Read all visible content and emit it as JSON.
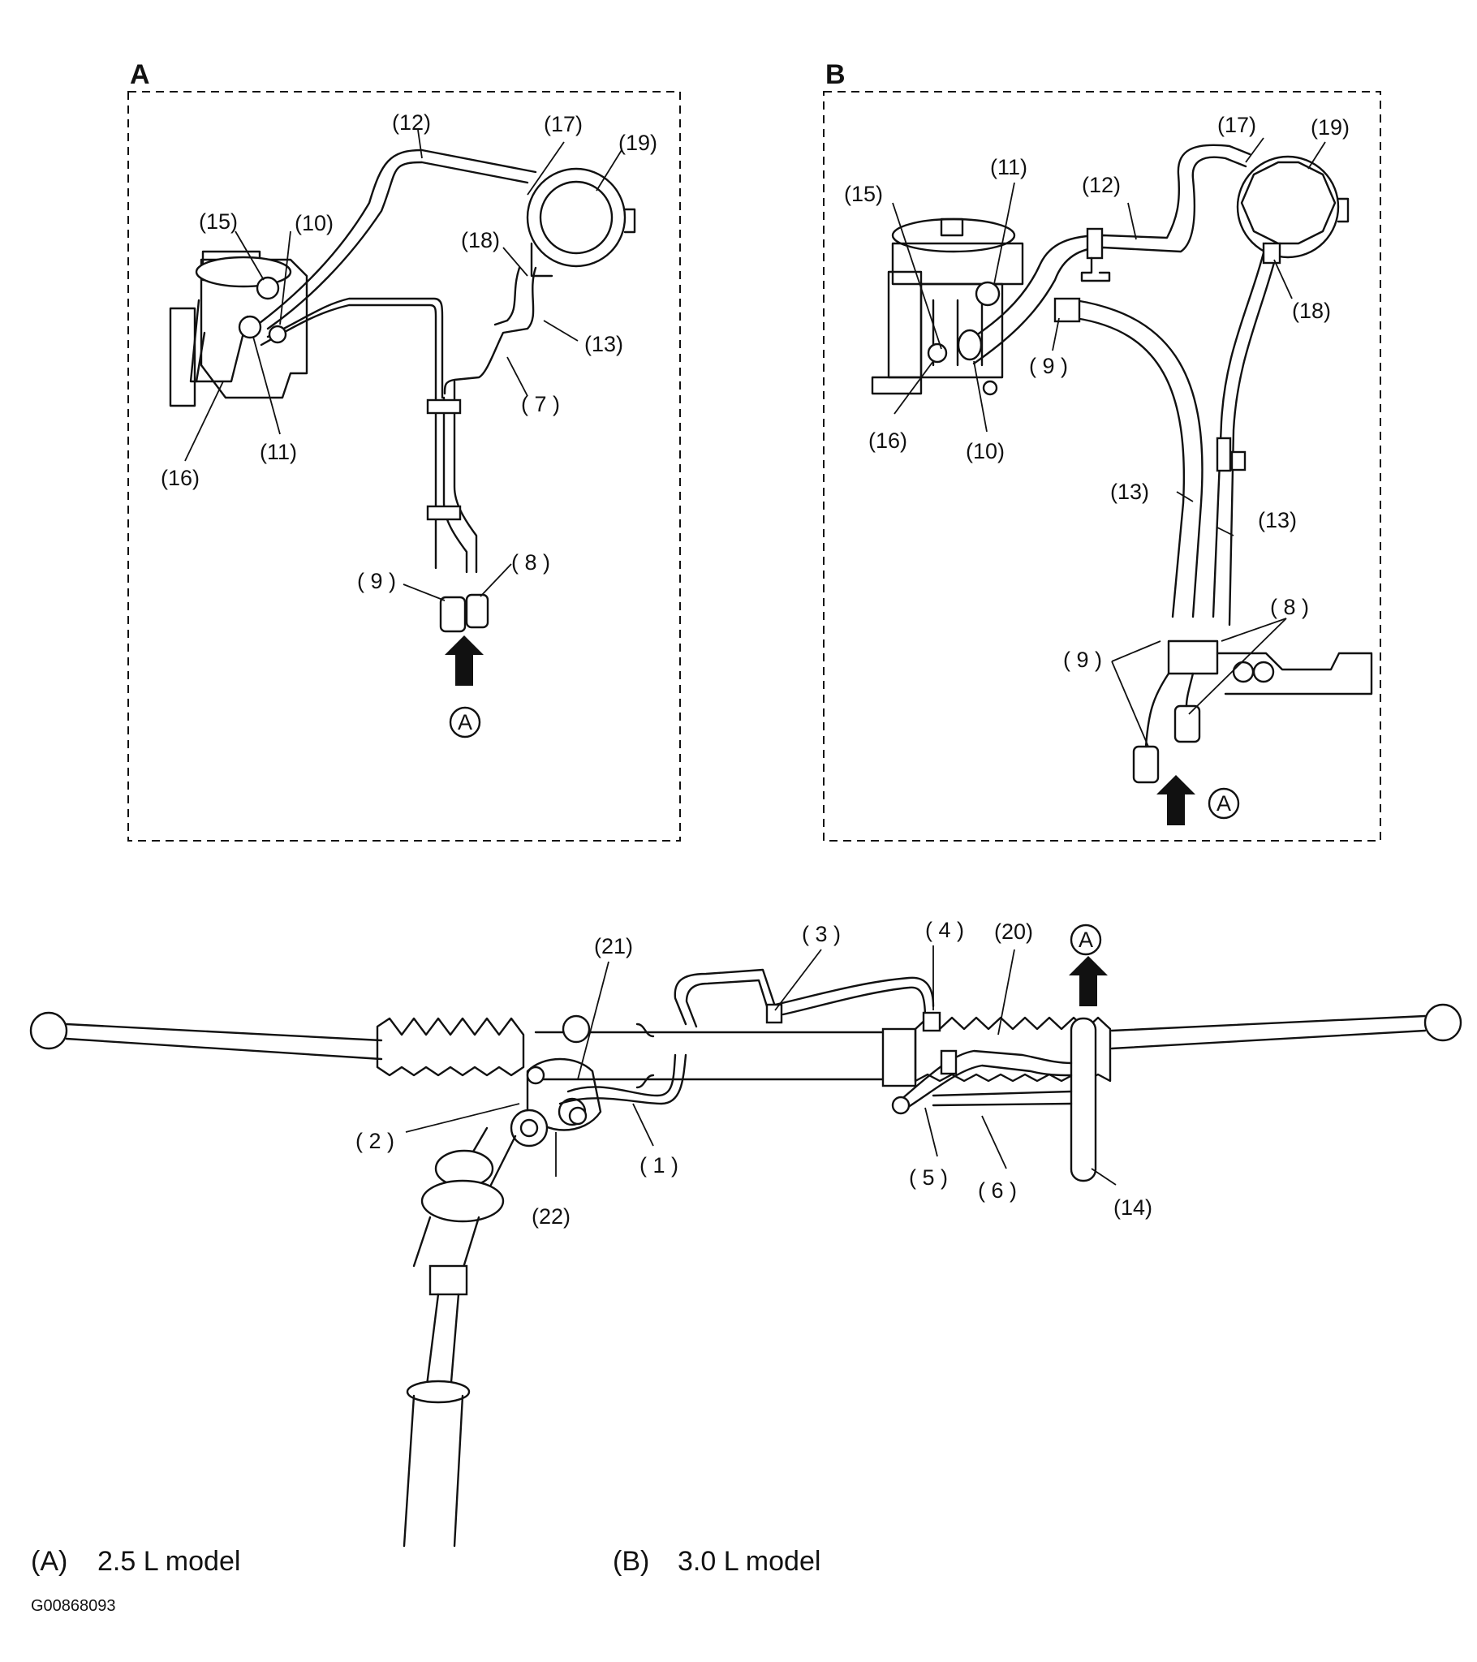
{
  "panels": {
    "a": {
      "letter": "A"
    },
    "b": {
      "letter": "B"
    }
  },
  "callouts_a": [
    "(12)",
    "(17)",
    "(19)",
    "(15)",
    "(10)",
    "(18)",
    "(13)",
    "( 7 )",
    "(11)",
    "(16)",
    "( 9 )",
    "( 8 )"
  ],
  "callouts_b": [
    "(17)",
    "(19)",
    "(11)",
    "(12)",
    "(15)",
    "(18)",
    "( 9 )",
    "(16)",
    "(10)",
    "(13)",
    "(13)",
    "( 8 )",
    "( 9 )"
  ],
  "callouts_main": [
    "(21)",
    "( 3 )",
    "( 4 )",
    "(20)",
    "( 2 )",
    "( 1 )",
    "(22)",
    "( 5 )",
    "( 6 )",
    "(14)"
  ],
  "view_marker": "A",
  "captions": {
    "a_key": "(A)",
    "a_text": "2.5 L model",
    "b_key": "(B)",
    "b_text": "3.0 L model"
  },
  "figure_id": "G00868093"
}
